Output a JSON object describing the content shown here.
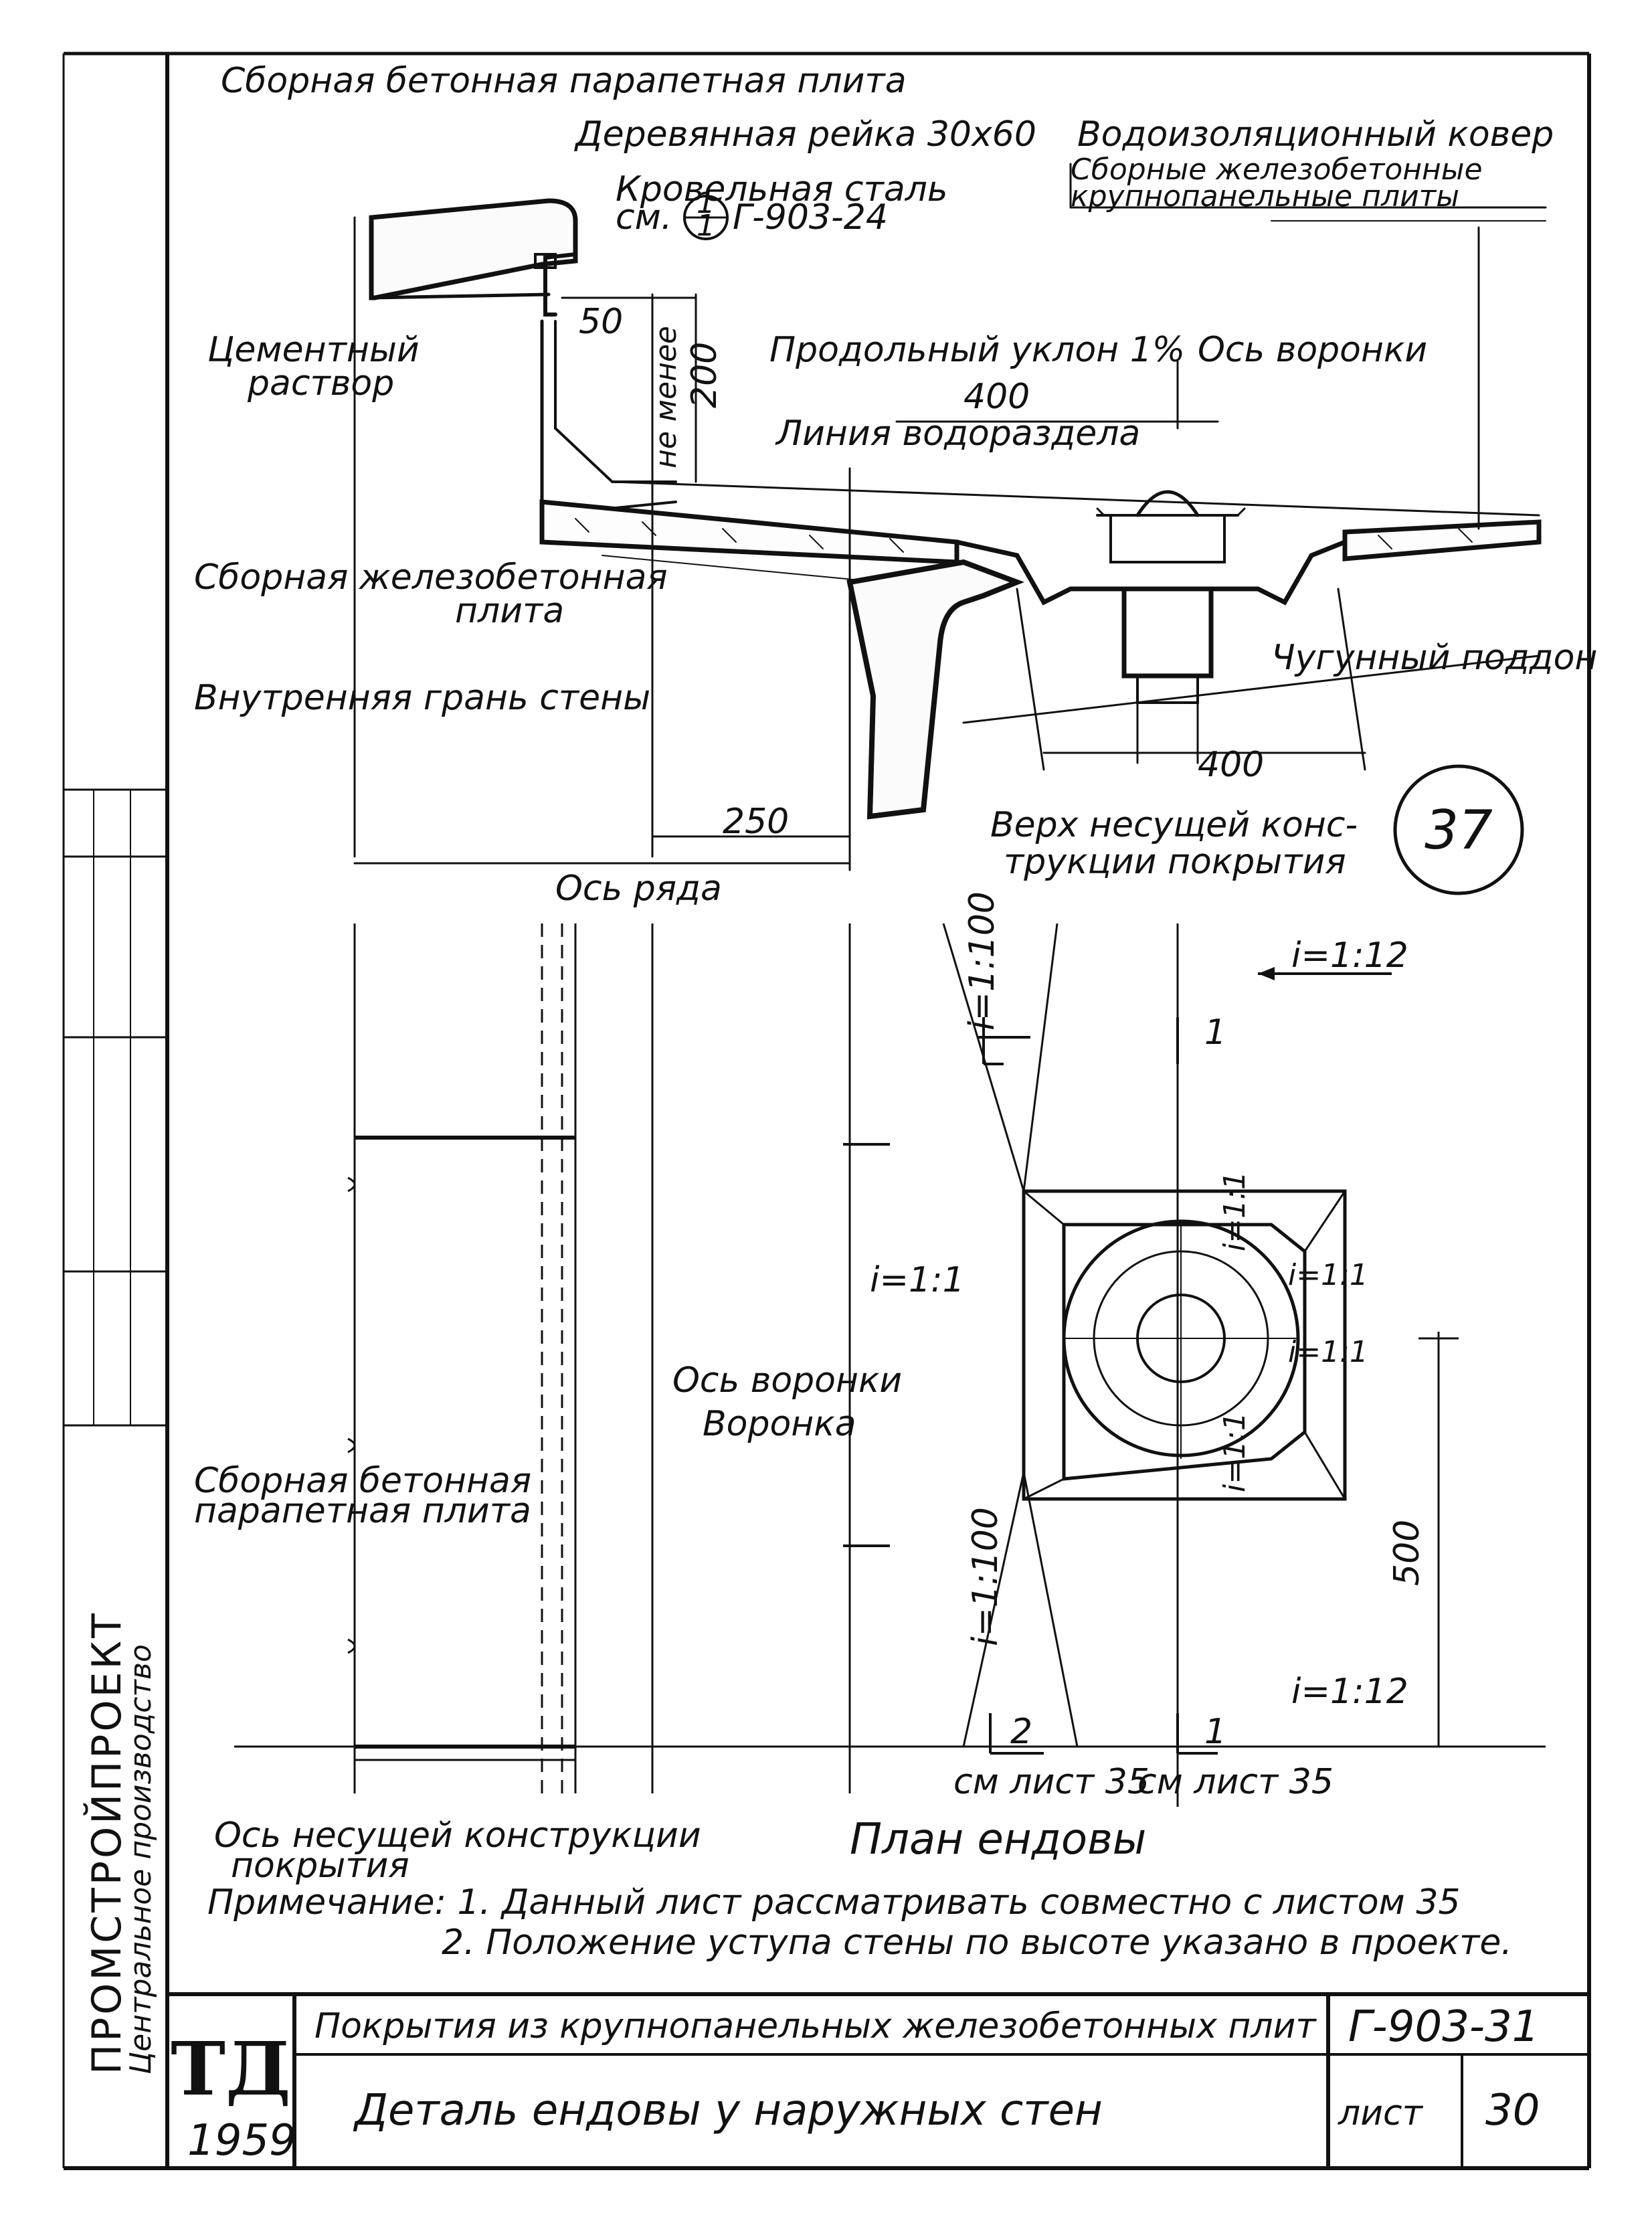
{
  "section": {
    "parapet_plate": "Сборная бетонная парапетная плита",
    "wood_batten": "Деревянная рейка 30х60",
    "roof_steel_line1": "Кровельная сталь",
    "roof_steel_line2": "см.",
    "roof_steel_ref": "Г-903-24",
    "callout_num": "1",
    "callout_den": "1",
    "waterproof_carpet": "Водоизоляционный ковер",
    "panel_line1": "Сборные железобетонные",
    "panel_line2": "крупнопанельные плиты",
    "cement_line1": "Цементный",
    "cement_line2": "раствор",
    "dim_50": "50",
    "not_less": "не менее",
    "dim_200": "200",
    "slope_note": "Продольный уклон 1%",
    "funnel_axis": "Ось воронки",
    "dim_400_top": "400",
    "watershed": "Линия водораздела",
    "rc_slab_line1": "Сборная железобетонная",
    "rc_slab_line2": "плита",
    "inner_face": "Внутренняя грань стены",
    "cast_iron_tray": "Чугунный поддон",
    "dim_400_bottom": "400",
    "dim_250": "250",
    "top_bearing_line1": "Верх несущей конс-",
    "top_bearing_line2": "трукции покрытия",
    "row_axis": "Ось ряда",
    "detail_num": "37"
  },
  "plan": {
    "slope_1_100_top": "i=1:100",
    "slope_1_12_top": "i=1:12",
    "section_mark_1_top": "1",
    "slope_1_1_left": "i=1:1",
    "slope_1_1_a": "i=1:1",
    "slope_1_1_b": "i=1:1",
    "slope_1_1_c": "i=1:1",
    "slope_1_1_d": "i=1:1",
    "funnel_axis": "Ось воронки",
    "funnel": "Воронка",
    "parapet_line1": "Сборная бетонная",
    "parapet_line2": "парапетная плита",
    "dim_500": "500",
    "slope_1_100_bottom": "i=1:100",
    "slope_1_12_bottom": "i=1:12",
    "section_mark_2": "2",
    "section_mark_1_bottom": "1",
    "see_sheet_a": "см лист 35",
    "see_sheet_b": "см лист 35",
    "bearing_axis_line1": "Ось несущей конструкции",
    "bearing_axis_line2": "покрытия",
    "plan_title": "План ендовы"
  },
  "notes": {
    "line1": "Примечание: 1. Данный лист рассматривать совместно с листом 35",
    "line2": "2. Положение уступа стены по высоте указано в проекте."
  },
  "margin": {
    "org": "ПРОМСТРОЙПРОЕКТ",
    "org_sub": "Центральное производство"
  },
  "title_block": {
    "logo": "ТД",
    "year": "1959",
    "subject": "Покрытия из крупнопанельных железобетонных плит",
    "code": "Г-903-31",
    "drawing_title": "Деталь ендовы у наружных стен",
    "sheet_label": "лист",
    "sheet_no": "30"
  }
}
